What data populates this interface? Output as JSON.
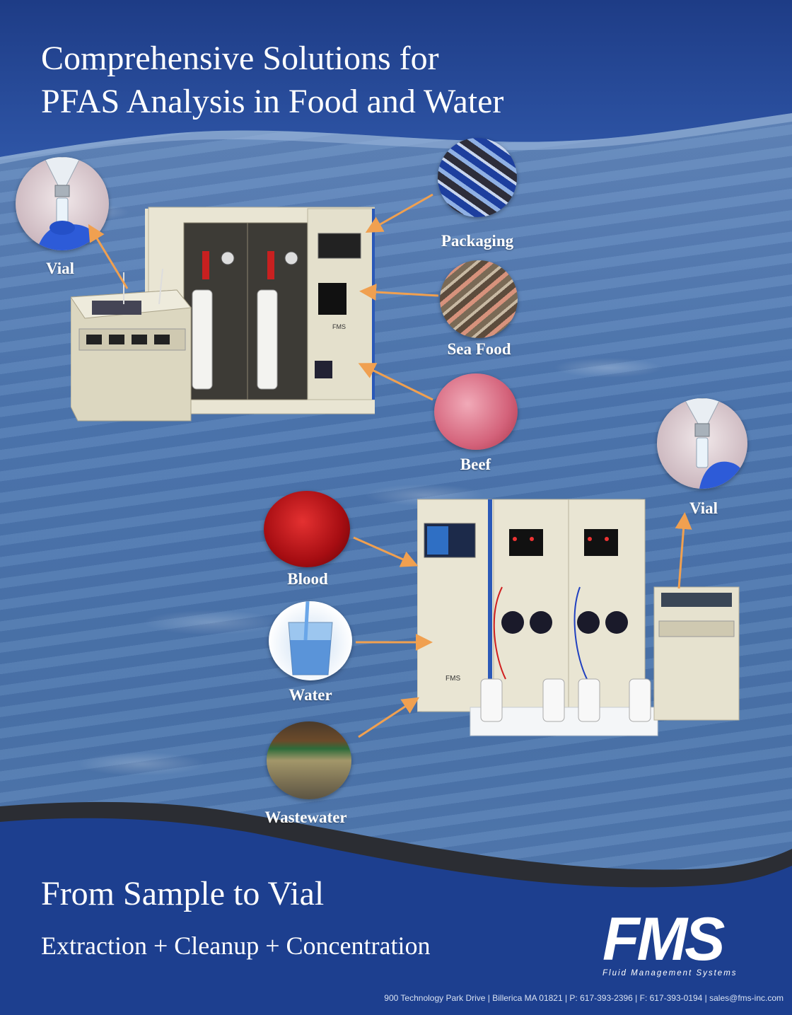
{
  "header": {
    "title_line1": "Comprehensive Solutions for",
    "title_line2": "PFAS Analysis in Food and Water"
  },
  "top_section": {
    "vial_label": "Vial",
    "samples": [
      {
        "label": "Packaging"
      },
      {
        "label": "Sea Food"
      },
      {
        "label": "Beef"
      }
    ],
    "instrument_brand": "FMS"
  },
  "bottom_section": {
    "vial_label": "Vial",
    "samples": [
      {
        "label": "Blood"
      },
      {
        "label": "Water"
      },
      {
        "label": "Wastewater"
      }
    ],
    "instrument_brand": "FMS"
  },
  "footer": {
    "headline": "From Sample to Vial",
    "subline": "Extraction + Cleanup + Concentration",
    "logo": "FMS",
    "logo_tagline": "Fluid Management Systems",
    "contact": "900 Technology Park Drive  |  Billerica MA 01821  |  P: 617-393-2396  |  F: 617-393-0194  |  sales@fms-inc.com"
  },
  "colors": {
    "header_blue": "#1f3d8a",
    "footer_blue": "#1c3f8f",
    "arrow_orange": "#f0a050",
    "instrument_beige": "#e6e2cf"
  }
}
